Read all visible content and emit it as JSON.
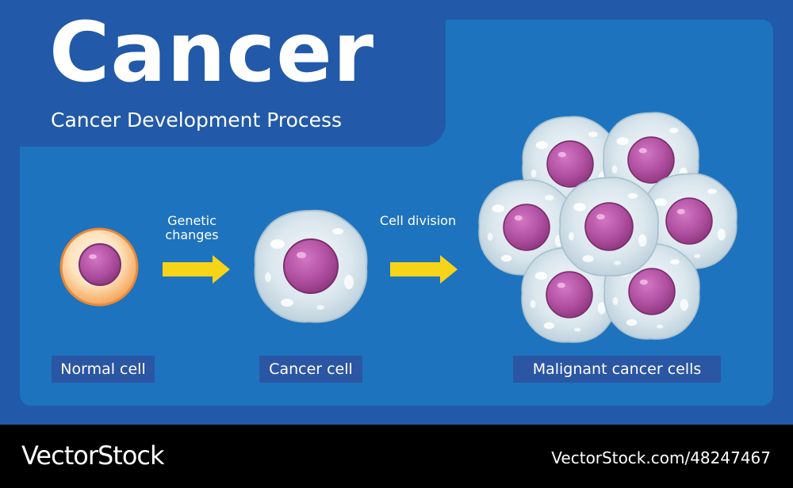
{
  "header": {
    "title": "Cancer",
    "subtitle": "Cancer Development Process"
  },
  "stages": {
    "normal": "Normal cell",
    "cancer": "Cancer cell",
    "malignant": "Malignant cancer cells"
  },
  "transitions": {
    "first_line1": "Genetic",
    "first_line2": "changes",
    "second": "Cell division"
  },
  "footer": {
    "brand": "VectorStock",
    "credit": "VectorStock.com/48247467"
  },
  "colors": {
    "background": "#2259a8",
    "panel": "#1e73be",
    "arrow": "#f7d417",
    "normal_cell_membrane": "#f6a55a",
    "cancer_cell_body": "#cfdee6",
    "nucleus": "#b04fa0"
  }
}
